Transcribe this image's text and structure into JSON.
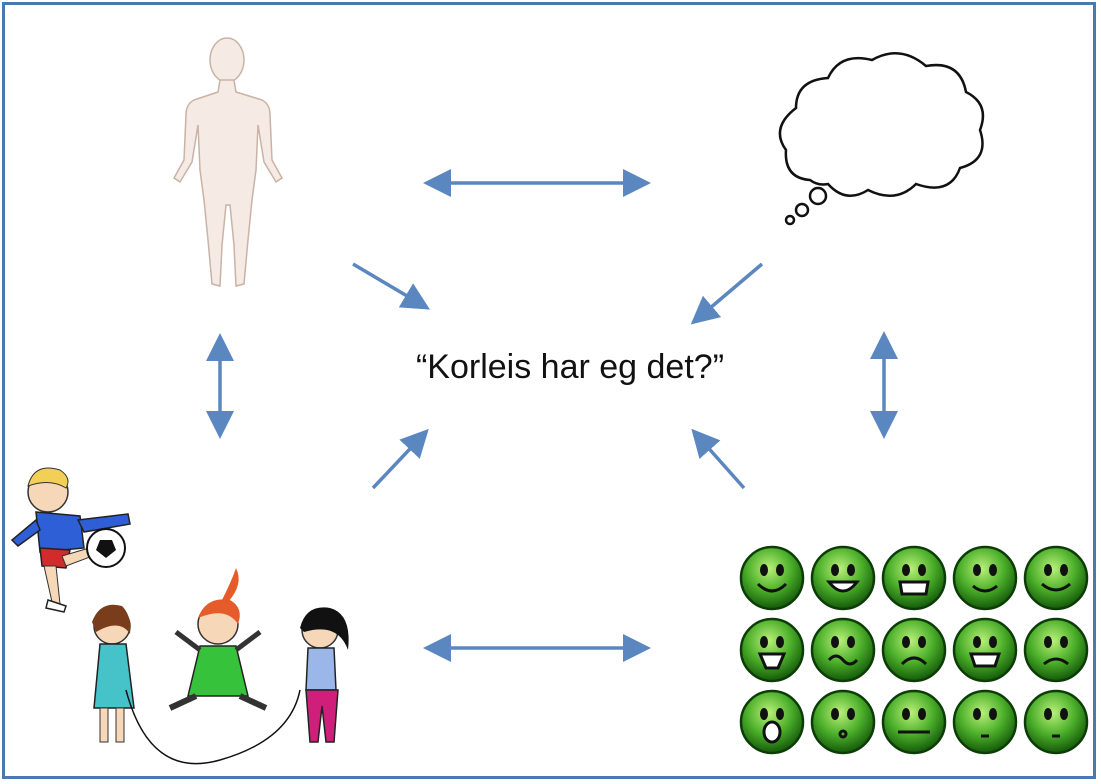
{
  "center_question": "“Korleis har eg det?”",
  "colors": {
    "frame": "#4a78b0",
    "arrow": "#5b87c0",
    "body_fill": "#f6ebe4",
    "body_stroke": "#c8b3a6",
    "cloud_stroke": "#111111",
    "smiley_dark": "#1c6e10",
    "smiley_light": "#9be05a"
  },
  "corners": {
    "top_left": {
      "icon": "human-body-icon"
    },
    "top_right": {
      "icon": "thought-cloud-icon"
    },
    "bottom_left": {
      "icon": "playing-children-icon"
    },
    "bottom_right": {
      "icon": "emotion-smileys-grid-icon",
      "rows": 3,
      "cols": 5
    }
  }
}
